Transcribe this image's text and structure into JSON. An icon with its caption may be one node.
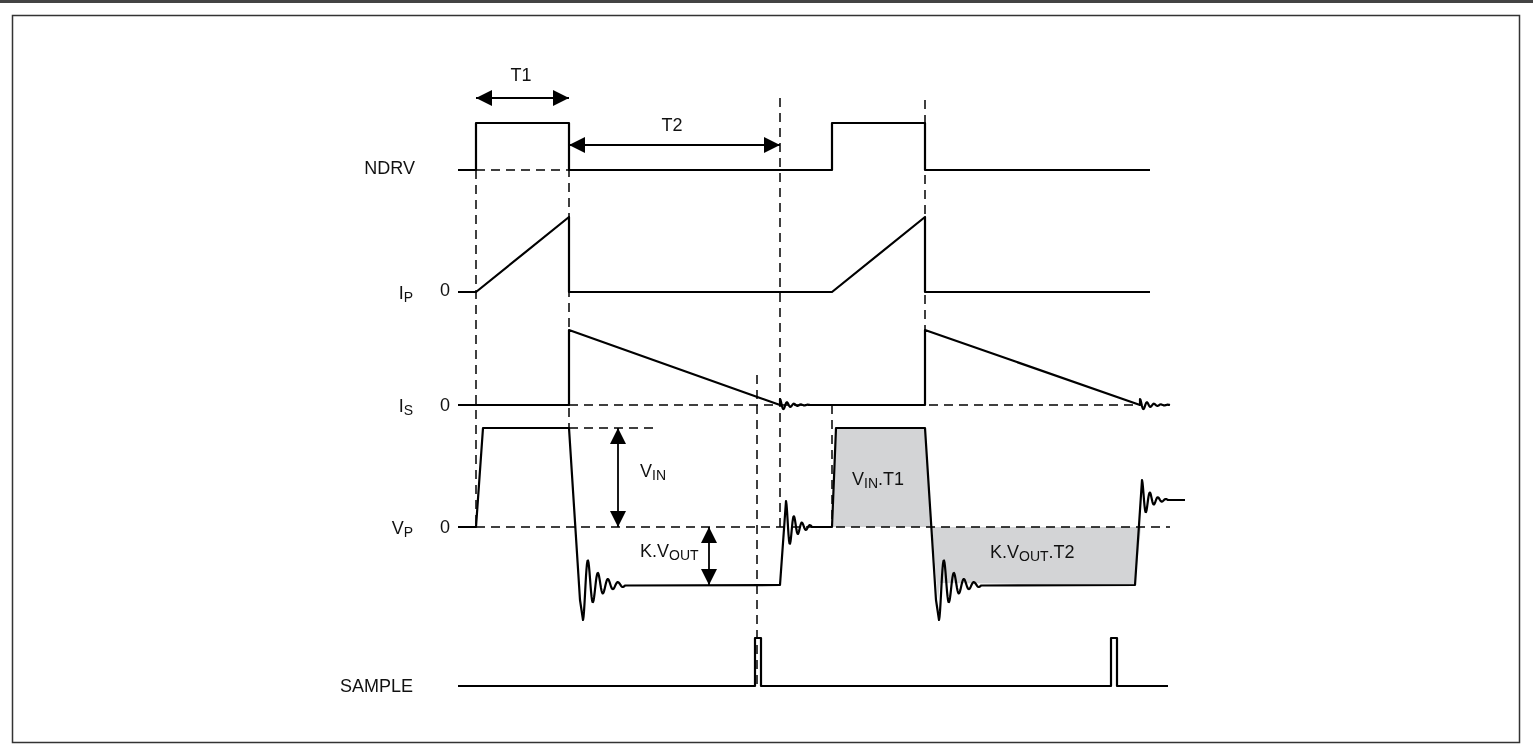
{
  "diagram": {
    "labels": [
      "T1",
      "T2",
      "NDRV",
      "I$_{P}$",
      "0",
      "I$_{S}$",
      "0",
      "V$_{IN}$",
      "V$_{IN}$.T1",
      "V$_{P}$",
      "0",
      "K.V$_{OUT}$",
      "K.V$_{OUT}$.T2",
      "SAMPLE"
    ]
  }
}
